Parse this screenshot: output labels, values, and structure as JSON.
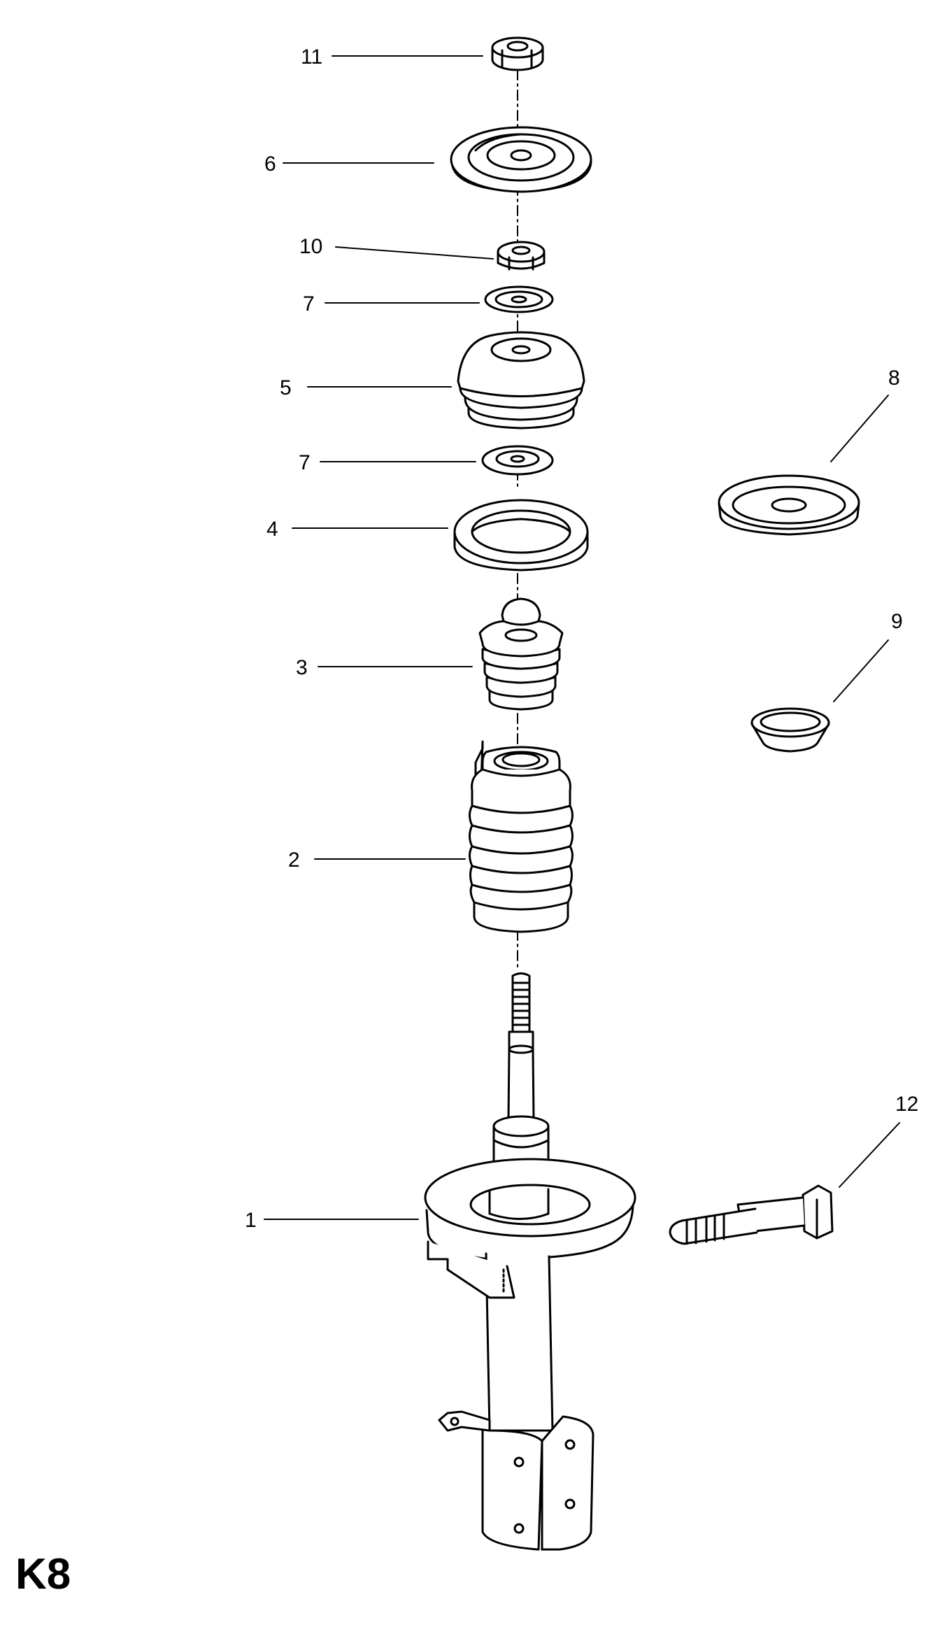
{
  "diagram": {
    "labels": {
      "p1": "1",
      "p2": "2",
      "p3": "3",
      "p4": "4",
      "p5": "5",
      "p6": "6",
      "p7a": "7",
      "p7b": "7",
      "p8": "8",
      "p9": "9",
      "p10": "10",
      "p11": "11",
      "p12": "12"
    },
    "code": "K8",
    "parts": {
      "p1": "strut-assembly",
      "p2": "bump-stop-boot",
      "p3": "bump-stop",
      "p4": "spring-seat",
      "p5": "top-mount-bearing",
      "p6": "strut-mount-cap",
      "p7": "washer",
      "p8": "spring-pad",
      "p9": "dust-cap",
      "p10": "nut",
      "p11": "nut",
      "p12": "bolt"
    }
  }
}
